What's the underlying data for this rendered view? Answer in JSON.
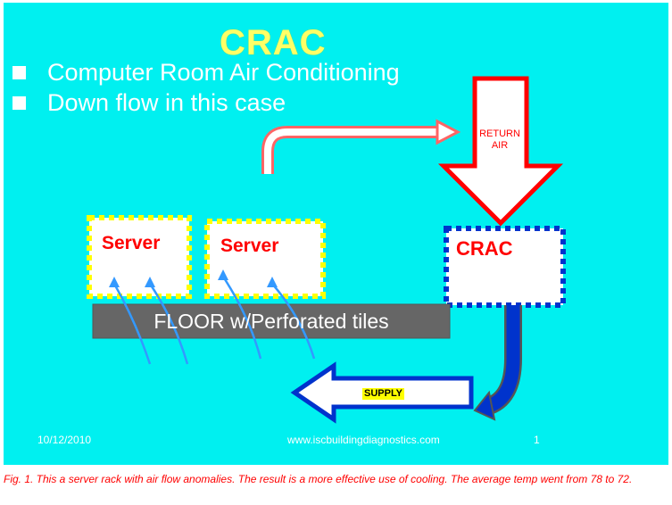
{
  "title": "CRAC",
  "bullets": [
    "Computer Room Air Conditioning",
    "Down flow in this case"
  ],
  "labels": {
    "server1": "Server",
    "server2": "Server",
    "crac": "CRAC",
    "return_air": "RETURN AIR",
    "floor": "FLOOR w/Perforated tiles",
    "supply": "SUPPLY"
  },
  "footer": {
    "date": "10/12/2010",
    "website": "www.iscbuildingdiagnostics.com",
    "page": "1"
  },
  "caption": "Fig. 1. This a server rack with air flow anomalies. The result is a more effective use of cooling. The average temp went from 78 to 72.",
  "colors": {
    "slide_bg": "#00f0f0",
    "title": "#ffff66",
    "label_red": "#ff0000",
    "server_border": "#ffff00",
    "crac_border": "#0033cc",
    "floor": "#666666",
    "supply_arrow": "#0033cc",
    "flow_lines": "#3399ff"
  }
}
